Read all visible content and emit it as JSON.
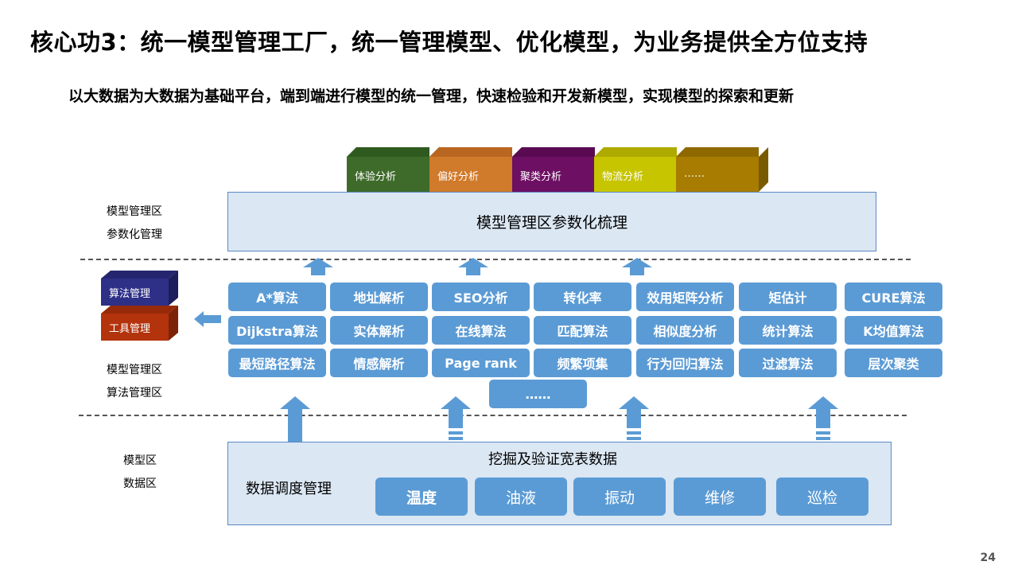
{
  "title": "核心功3：统一模型管理工厂，统一管理模型、优化模型，为业务提供全方位支持",
  "subtitle": "以大数据为大数据为基础平台，端到端进行模型的统一管理，快速检验和开发新模型，实现模型的探索和更新",
  "top_cubes": [
    {
      "label": "体验分析",
      "face": "#3e6b2a",
      "top": "#2f5a1f",
      "side": "#26481a"
    },
    {
      "label": "偏好分析",
      "face": "#d07a2b",
      "top": "#b86620",
      "side": "#9e551a"
    },
    {
      "label": "聚类分析",
      "face": "#6d0f63",
      "top": "#590a51",
      "side": "#4a0843"
    },
    {
      "label": "物流分析",
      "face": "#c7c400",
      "top": "#aeaa00",
      "side": "#959200"
    },
    {
      "label": "……",
      "face": "#a77c00",
      "top": "#8e6900",
      "side": "#7a5a00"
    }
  ],
  "top_panel_label": "模型管理区参数化梳理",
  "side_labels": {
    "model_mgmt": [
      "模型管理区",
      "参数化管理"
    ],
    "algo_mgmt": [
      "模型管理区",
      "算法管理区"
    ],
    "data_zone": [
      "模型区",
      "数据区"
    ]
  },
  "left_cubes": [
    {
      "label": "算法管理",
      "face": "#2e2f87",
      "top": "#24256e",
      "side": "#1c1d5a"
    },
    {
      "label": "工具管理",
      "face": "#b3330c",
      "top": "#962a09",
      "side": "#7c2207"
    }
  ],
  "algorithms": [
    [
      "A*算法",
      "地址解析",
      "SEO分析",
      "转化率",
      "效用矩阵分析",
      "矩估计",
      "CURE算法"
    ],
    [
      "Dijkstra算法",
      "实体解析",
      "在线算法",
      "匹配算法",
      "相似度分析",
      "统计算法",
      "K均值算法"
    ],
    [
      "最短路径算法",
      "情感解析",
      "Page rank",
      "频繁项集",
      "行为回归算法",
      "过滤算法",
      "层次聚类"
    ]
  ],
  "algorithms_more": "……",
  "bottom_title": "挖掘及验证宽表数据",
  "bottom_left": "数据调度管理",
  "data_buttons": [
    "温度",
    "油液",
    "振动",
    "维修",
    "巡检"
  ],
  "page_number": "24",
  "colors": {
    "accent_blue": "#5b9bd5",
    "panel_bg": "#dbe7f3",
    "arrow_blue": "#5b9bd5"
  }
}
